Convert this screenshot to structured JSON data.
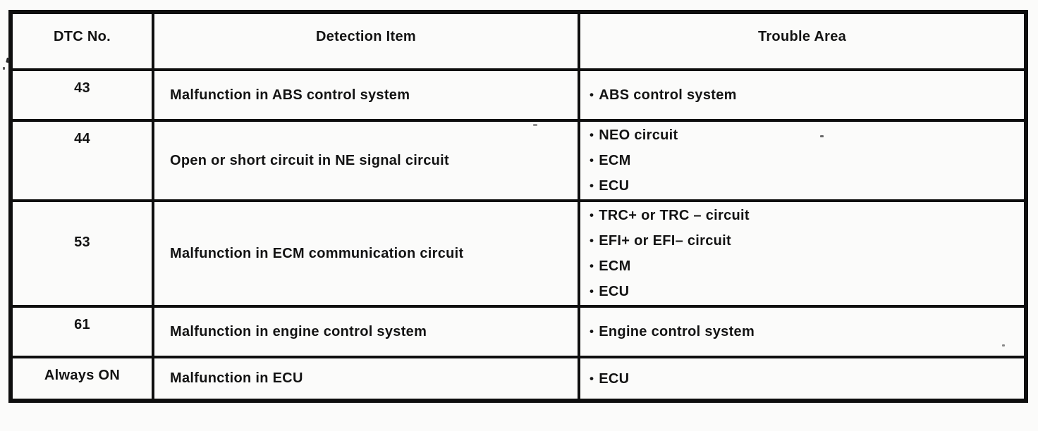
{
  "page": {
    "background_color": "#fbfbfa",
    "ink_color": "#131313",
    "border_color": "#0e0e0e"
  },
  "table": {
    "bullet_icon": "•",
    "columns": [
      {
        "label": "DTC No."
      },
      {
        "label": "Detection Item"
      },
      {
        "label": "Trouble Area"
      }
    ],
    "rows": [
      {
        "dtc": "43",
        "detection": "Malfunction in ABS control system",
        "trouble": [
          "ABS control system"
        ]
      },
      {
        "dtc": "44",
        "detection": "Open or short circuit in NE signal circuit",
        "trouble": [
          "NEO circuit",
          "ECM",
          "ECU"
        ]
      },
      {
        "dtc": "53",
        "detection": "Malfunction in ECM communication circuit",
        "trouble": [
          "TRC+ or TRC – circuit",
          "EFI+ or EFI– circuit",
          "ECM",
          "ECU"
        ]
      },
      {
        "dtc": "61",
        "detection": "Malfunction in engine control system",
        "trouble": [
          "Engine control system"
        ]
      },
      {
        "dtc": "Always ON",
        "detection": "Malfunction in ECU",
        "trouble": [
          "ECU"
        ]
      }
    ]
  }
}
